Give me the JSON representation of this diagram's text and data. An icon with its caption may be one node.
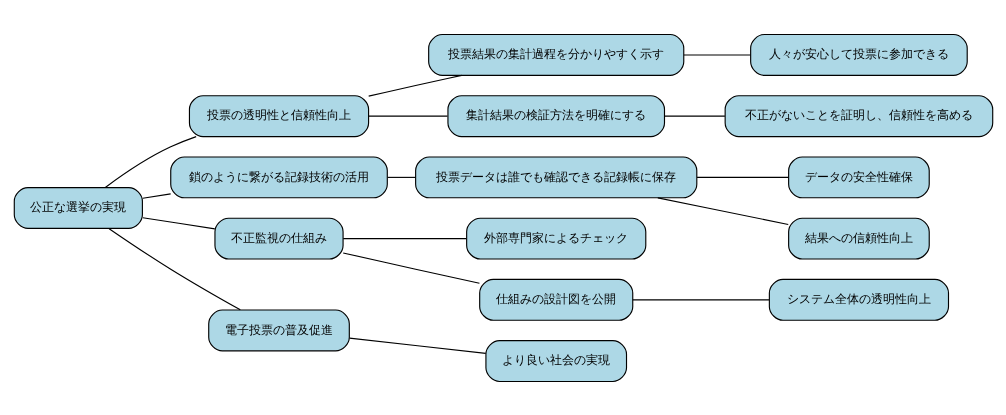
{
  "diagram": {
    "nodes": [
      {
        "text": [
          "公正な選挙の実現"
        ]
      },
      {
        "text": [
          "投票の透明性と信頼性向上"
        ]
      },
      {
        "text": [
          "投票結果の集計過程を分かりやすく示す"
        ]
      },
      {
        "text": [
          "人々が安心して投票に参加できる"
        ]
      },
      {
        "text": [
          "集計結果の検証方法を明確にする"
        ]
      },
      {
        "text": [
          "不正がないことを証明し、信頼性を高める"
        ]
      },
      {
        "text": [
          "鎖のように繋がる記録技術の活用"
        ]
      },
      {
        "text": [
          "投票データは誰でも確認できる記録帳に保存"
        ]
      },
      {
        "text": [
          "データの安全性確保"
        ]
      },
      {
        "text": [
          "結果への信頼性向上"
        ]
      },
      {
        "text": [
          "不正監視の仕組み"
        ]
      },
      {
        "text": [
          "外部専門家によるチェック"
        ]
      },
      {
        "text": [
          "仕組みの設計図を公開"
        ]
      },
      {
        "text": [
          "システム全体の透明性向上"
        ]
      },
      {
        "text": [
          "電子投票の普及促進"
        ]
      },
      {
        "text": [
          "より良い社会の実現"
        ]
      }
    ],
    "edges": [
      {
        "from": 0,
        "to": 1,
        "arrow": "none"
      },
      {
        "from": 1,
        "to": 2,
        "arrow": "none"
      },
      {
        "from": 2,
        "to": 3,
        "arrow": "none"
      },
      {
        "from": 1,
        "to": 4,
        "arrow": "none"
      },
      {
        "from": 4,
        "to": 5,
        "arrow": "none"
      },
      {
        "from": 0,
        "to": 6,
        "arrow": "none"
      },
      {
        "from": 6,
        "to": 7,
        "arrow": "none"
      },
      {
        "from": 7,
        "to": 8,
        "arrow": "none"
      },
      {
        "from": 7,
        "to": 9,
        "arrow": "none"
      },
      {
        "from": 0,
        "to": 10,
        "arrow": "none"
      },
      {
        "from": 10,
        "to": 11,
        "arrow": "none"
      },
      {
        "from": 10,
        "to": 12,
        "arrow": "none"
      },
      {
        "from": 12,
        "to": 13,
        "arrow": "none"
      },
      {
        "from": 0,
        "to": 14,
        "arrow": "none"
      },
      {
        "from": 14,
        "to": 15,
        "arrow": "none"
      }
    ]
  }
}
